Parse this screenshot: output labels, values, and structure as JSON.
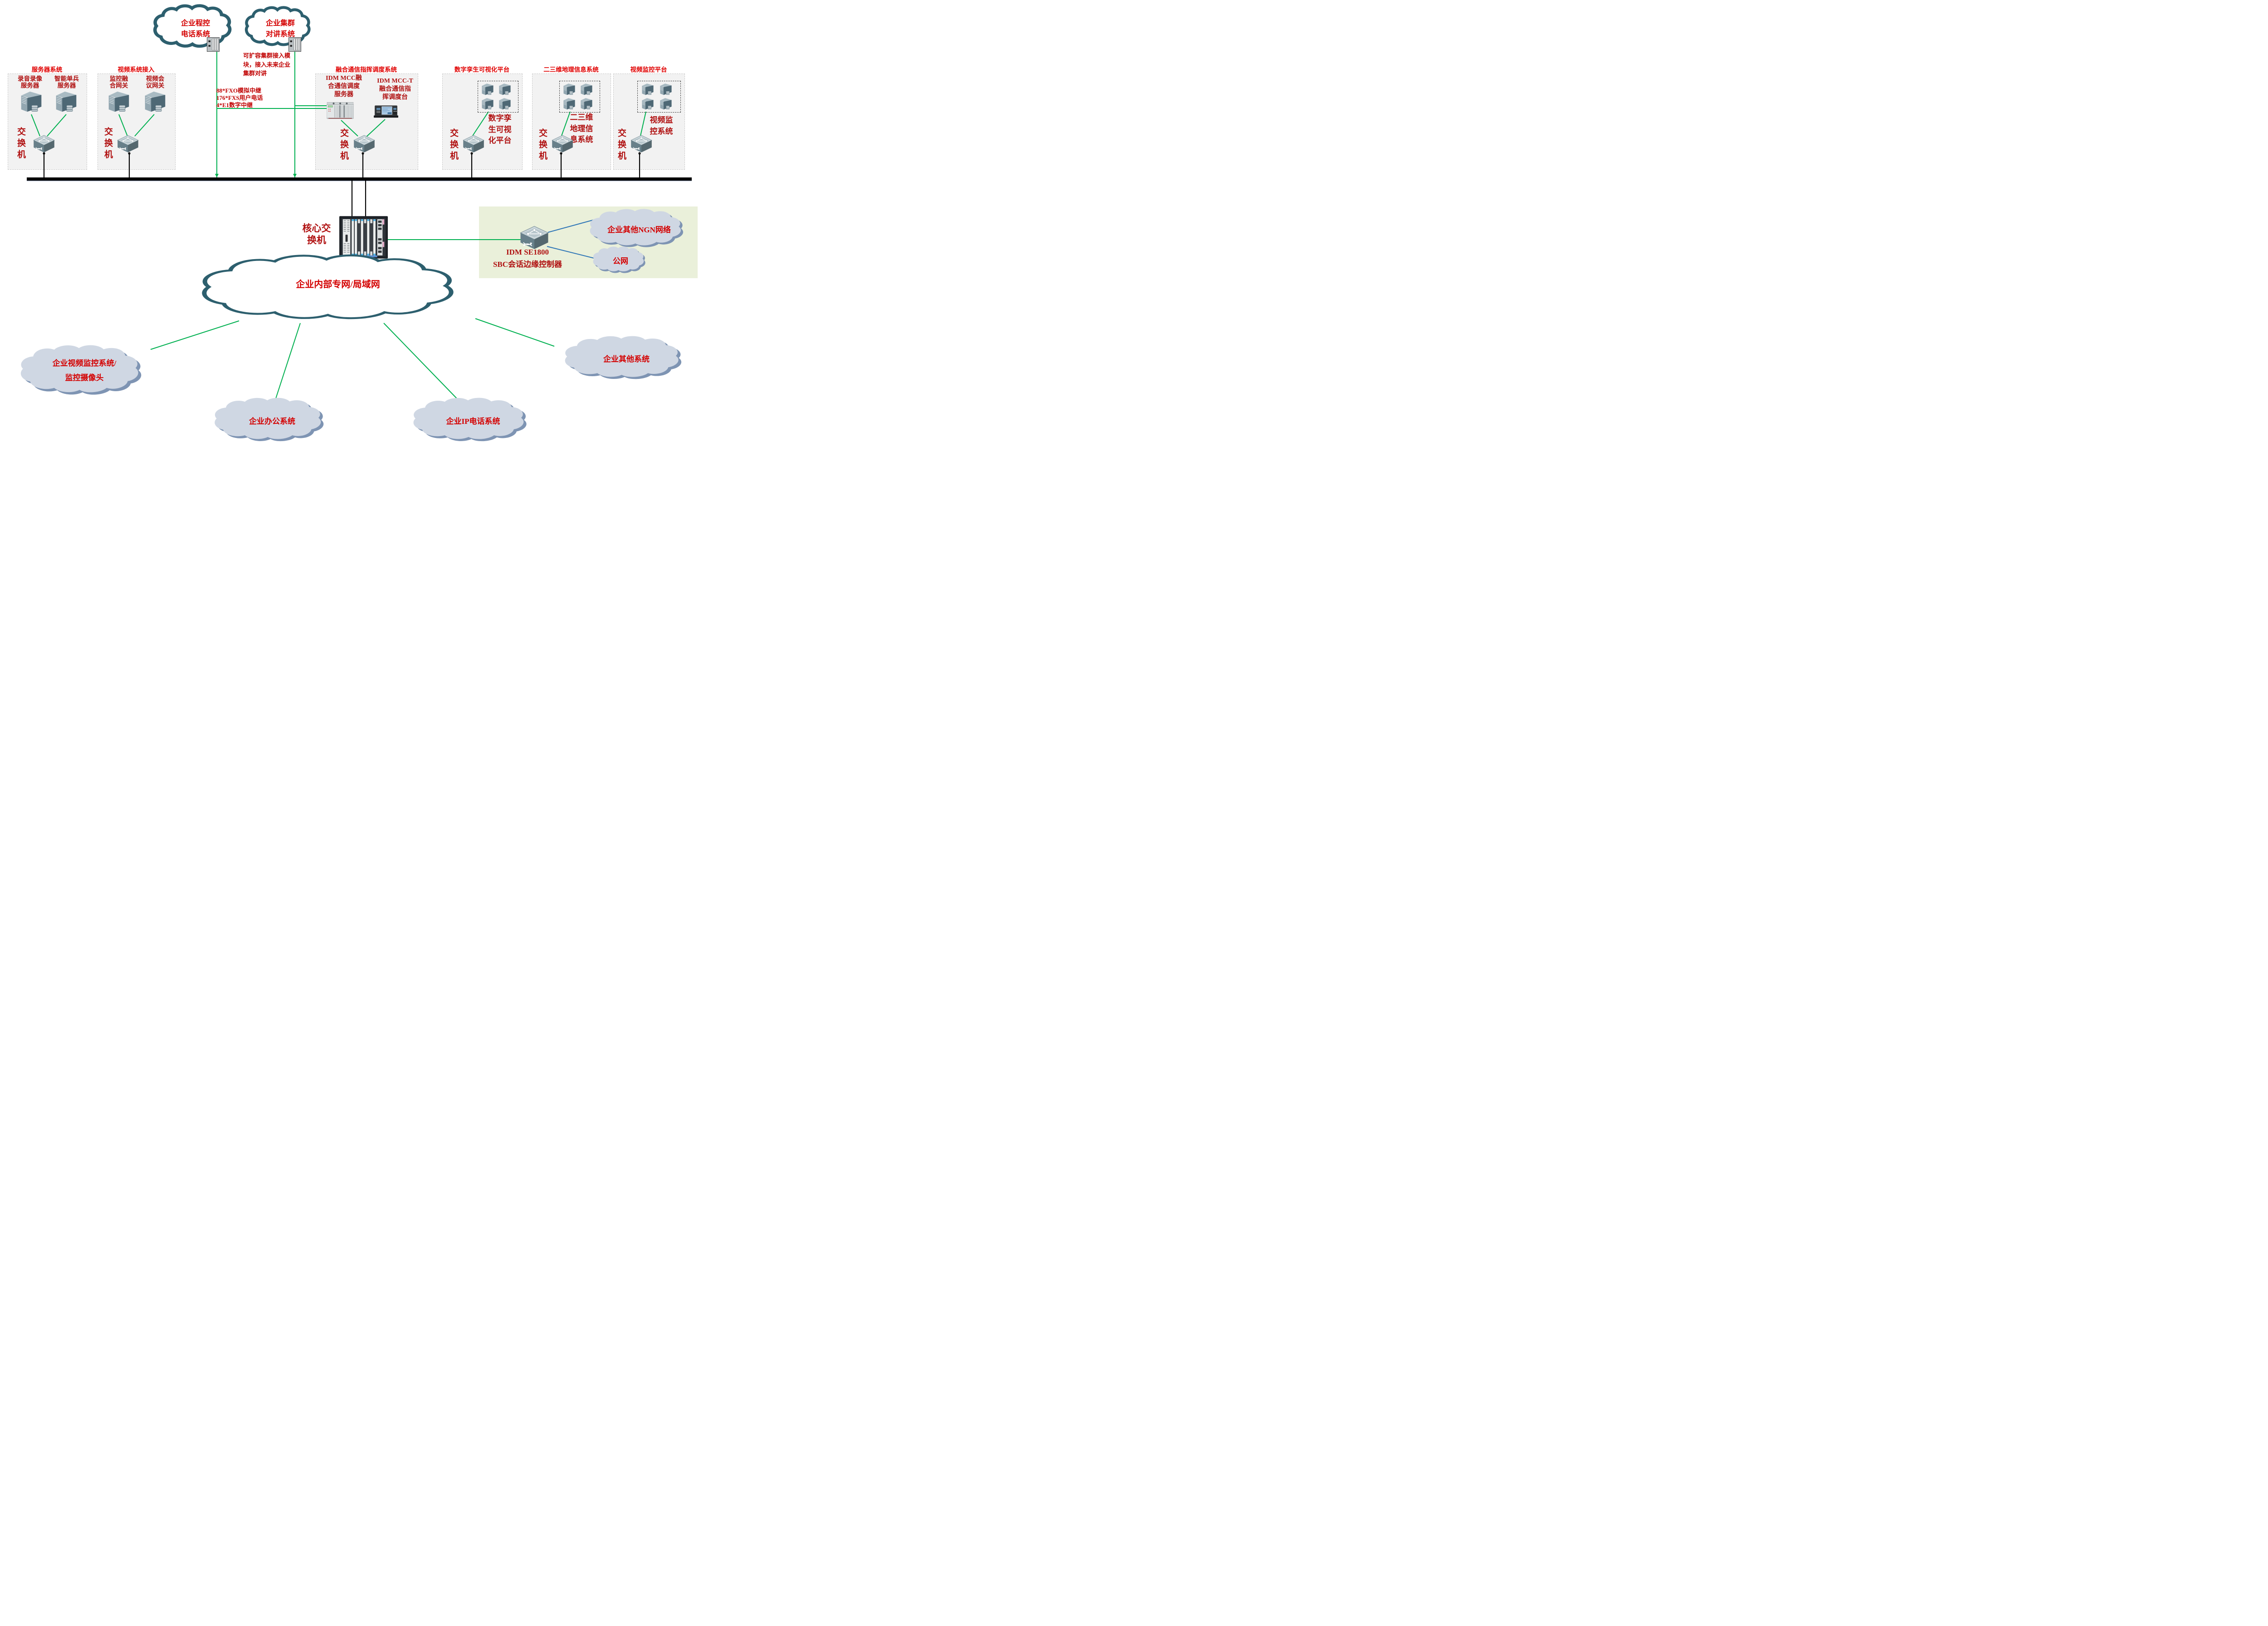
{
  "colors": {
    "title_red": "#e00000",
    "label_dark_red": "#b01111",
    "cloud_text_red": "#d40000",
    "group_box_bg": "#f2f2f2",
    "green_panel_bg": "#eaf0da",
    "teal_cloud_border": "#2d5f6e",
    "gray_cloud_fill": "#cfd7e3",
    "gray_cloud_shadow": "#7e94b3",
    "line_green": "#00b050",
    "line_blue": "#2e75b6",
    "bus_black": "#000000"
  },
  "top_clouds": [
    {
      "label": "企业程控\n电话系统"
    },
    {
      "label": "企业集群\n对讲系统"
    }
  ],
  "notes": {
    "cluster_note": "可扩容集群接入模\n块，接入未来企业\n集群对讲",
    "trunk_note": "88*FXO模拟中继\n176*FXS用户电话\n4*E1数字中继"
  },
  "groups": [
    {
      "title": "服务器系统",
      "switch_label": "交换机",
      "devices": [
        {
          "label": "录音录像\n服务器"
        },
        {
          "label": "智能单兵\n服务器"
        }
      ]
    },
    {
      "title": "视频系统接入",
      "switch_label": "交换机",
      "devices": [
        {
          "label": "监控融\n合网关"
        },
        {
          "label": "视频会\n议网关"
        }
      ]
    },
    {
      "title": "融合通信指挥调度系统",
      "switch_label": "交换机",
      "devices": [
        {
          "label": "IDM MCC融\n合通信调度\n服务器"
        },
        {
          "label": "IDM MCC-T\n融合通信指\n挥调度台"
        }
      ]
    },
    {
      "title": "数字孪生可视化平台",
      "switch_label": "交换机",
      "cluster_label": "数字孪\n生可视\n化平台"
    },
    {
      "title": "二三维地理信息系统",
      "switch_label": "交换机",
      "cluster_label": "二三维\n地理信\n息系统"
    },
    {
      "title": "视频监控平台",
      "switch_label": "交换机",
      "cluster_label": "视频监\n控系统"
    }
  ],
  "core_switch": {
    "label": "核心交\n换机"
  },
  "lan_cloud": {
    "label": "企业内部专网/局域网"
  },
  "sbc": {
    "label": "IDM SE1800\nSBC会话边缘控制器"
  },
  "external_clouds": [
    {
      "label": "企业其他NGN网络"
    },
    {
      "label": "公网"
    }
  ],
  "bottom_clouds": [
    {
      "label": "企业视频监控系统/\n监控摄像头"
    },
    {
      "label": "企业办公系统"
    },
    {
      "label": "企业IP电话系统"
    },
    {
      "label": "企业其他系统"
    }
  ]
}
